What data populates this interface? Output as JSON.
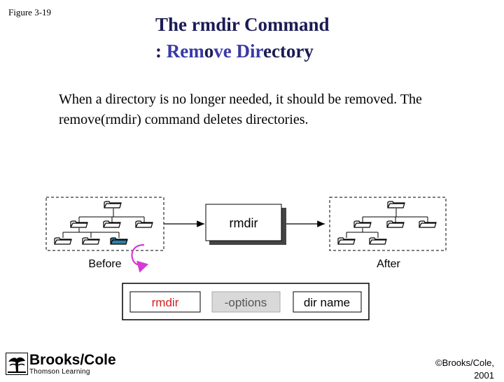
{
  "figure_label": "Figure 3-19",
  "title": {
    "line1": "The rmdir Command",
    "line2_prefix": ": ",
    "line2_rem": "Rem",
    "line2_o": "o",
    "line2_ve": "ve ",
    "line2_dir": "Dir",
    "line2_ectory": "ectory"
  },
  "body_text": "When a directory is no longer needed, it should be removed. The remove(rmdir) command deletes directories.",
  "diagram": {
    "command_label": "rmdir",
    "before_label": "Before",
    "after_label": "After",
    "syntax": {
      "command": "rmdir",
      "options": "-options",
      "argument": "dir name"
    }
  },
  "publisher": {
    "name": "Brooks/Cole",
    "subtitle": "Thomson Learning",
    "copyright_line1": "©Brooks/Cole,",
    "copyright_line2": "2001"
  },
  "colors": {
    "title": "#1b1b55",
    "title_emphasis": "#3a3aa6",
    "removed_folder": "#2f7fa8",
    "arrow_accent": "#d63ad6",
    "syntax_command": "#d42020",
    "options_bg": "#d9d9d9"
  }
}
